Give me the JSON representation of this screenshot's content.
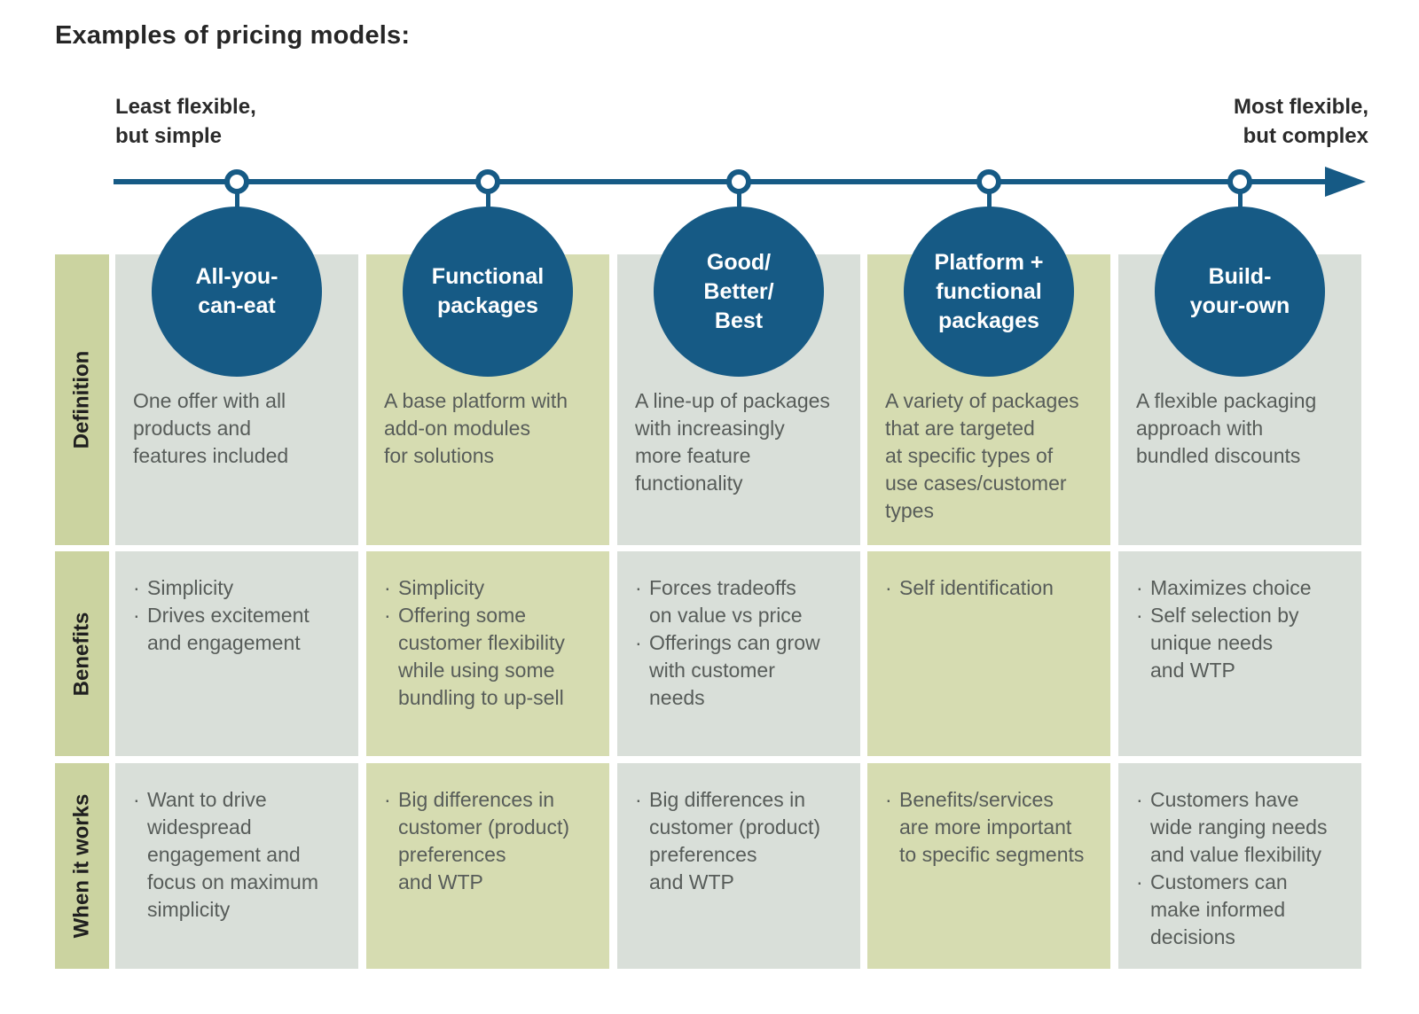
{
  "title": "Examples of pricing models:",
  "axis": {
    "left_label": "Least flexible,\nbut simple",
    "right_label": "Most flexible,\nbut complex"
  },
  "colors": {
    "accent_blue": "#165a85",
    "row_header_olive": "#cbd3a0",
    "cell_olive": "#d6dcb1",
    "cell_gray": "#d9dfd9"
  },
  "row_headers": [
    "Definition",
    "Benefits",
    "When it works"
  ],
  "columns": [
    {
      "name": "All-you-\ncan-eat",
      "definition": "One offer with all\nproducts and\nfeatures included",
      "benefits": [
        "Simplicity",
        "Drives excitement\nand engagement"
      ],
      "when_it_works": [
        "Want to drive\nwidespread\nengagement and\nfocus on maximum\nsimplicity"
      ]
    },
    {
      "name": "Functional\npackages",
      "definition": "A base platform with\nadd-on modules\nfor solutions",
      "benefits": [
        "Simplicity",
        "Offering some\ncustomer flexibility\nwhile using some\nbundling to up-sell"
      ],
      "when_it_works": [
        "Big differences in\ncustomer (product)\npreferences\nand WTP"
      ]
    },
    {
      "name": "Good/\nBetter/\nBest",
      "definition": "A line-up of packages\nwith increasingly\nmore feature\nfunctionality",
      "benefits": [
        "Forces tradeoffs\non value vs price",
        "Offerings can grow\nwith customer\nneeds"
      ],
      "when_it_works": [
        "Big differences in\ncustomer (product)\npreferences\nand WTP"
      ]
    },
    {
      "name": "Platform +\nfunctional\npackages",
      "definition": "A variety of packages\nthat are targeted\nat specific types of\nuse cases/customer\ntypes",
      "benefits": [
        "Self identification"
      ],
      "when_it_works": [
        "Benefits/services\nare more important\nto specific segments"
      ]
    },
    {
      "name": "Build-\nyour-own",
      "definition": "A flexible packaging\napproach with\nbundled discounts",
      "benefits": [
        "Maximizes choice",
        "Self selection by\nunique needs\nand WTP"
      ],
      "when_it_works": [
        "Customers have\nwide ranging needs\nand value flexibility",
        "Customers can\nmake informed\ndecisions"
      ]
    }
  ]
}
